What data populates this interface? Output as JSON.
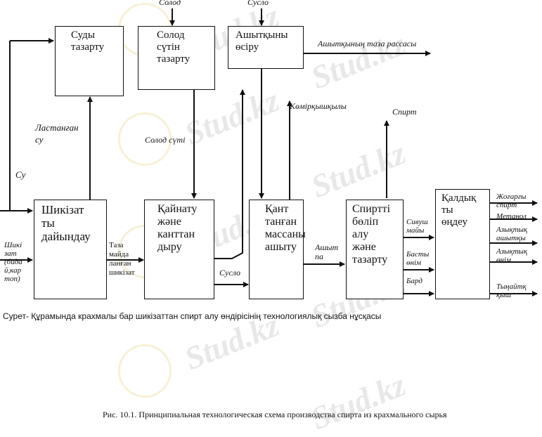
{
  "watermark": "Stud.kz",
  "boxes": {
    "water_clean": "Суды\nтазарту",
    "malt_milk_clean": "Солод\nсүтін\nтазарту",
    "yeast_grow": "Ашытқыны\nөсіру",
    "raw_prep": "Шикізат\nты\nдайындау",
    "boil_saccharify": "Қайнату\nжәне\nканттан\nдыру",
    "ferment": "Қант\nтанған\nмассаны\nашыту",
    "alcohol_sep": "Спиртті\nбөліп\nалу\nжәне\nтазарту",
    "waste_proc": "Қалдық\nты\nөңдеу"
  },
  "labels": {
    "solod_top": "Солод",
    "suslo_top": "Сусло",
    "yeast_out": "Ашытқының таза рассасы",
    "co2": "Көмірқышқылы",
    "spirt": "Спирт",
    "contaminated_water": "Ластанған\nсу",
    "malt_milk": "Солод сүті",
    "su": "Су",
    "raw_in": "Шикі\nзат\n(бида\nй,кар\nтоп)",
    "cleaned_raw": "Таза\nмайда\nланған\nшикізат",
    "suslo_mid": "Сусло",
    "fermented": "Ашыт\nпа",
    "sivush": "Сивуш\nмайы",
    "head": "Басты\nөнім",
    "bard": "Бард",
    "higher_spirit": "Жоғарғы\nспирт",
    "methanol": "Метанол",
    "feed_yeast": "Азықтық\nашытқы",
    "feed_product": "Азықтық\nөнім",
    "fertilizer": "Тыңайтқ\nқыш"
  },
  "captions": {
    "kaz": "Сурет- Құрамында крахмалы бар шикізаттан спирт алу өндірісінің технологиялық сызба нұсқасы",
    "rus": "Рис. 10.1. Принципиальная технологическая схема производства спирта из крахмального сырья"
  }
}
